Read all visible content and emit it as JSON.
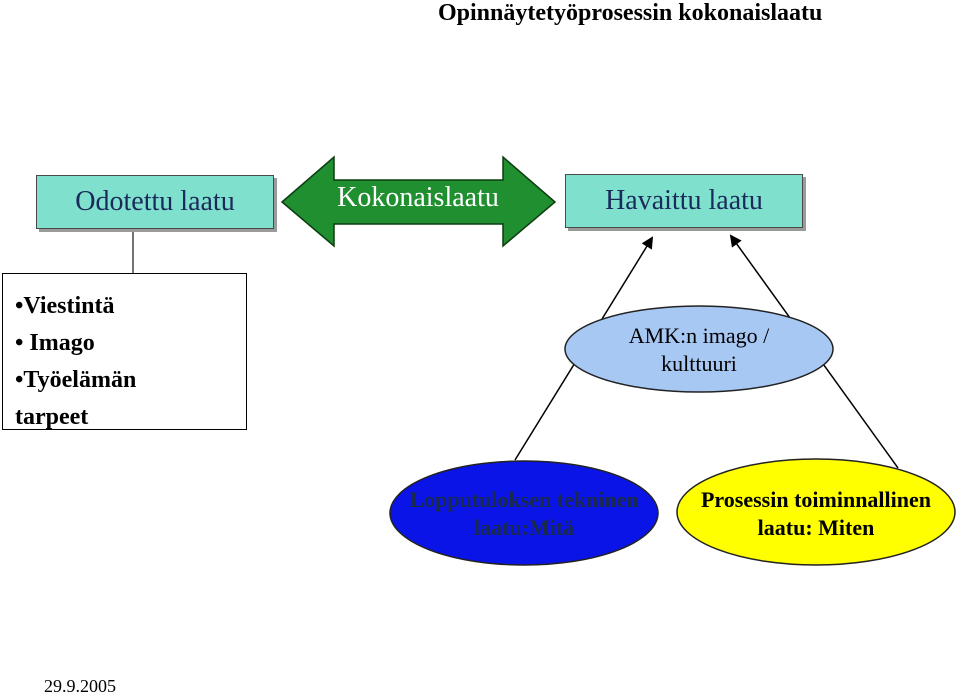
{
  "title": "Opinnäytetyöprosessin kokonaislaatu",
  "boxes": {
    "odotettu": "Odotettu laatu",
    "kokonaislaatu": "Kokonaislaatu",
    "havaittu": "Havaittu laatu"
  },
  "list": [
    "•Viestintä",
    "• Imago",
    "•Työelämän",
    "tarpeet"
  ],
  "ellipses": {
    "amk": [
      "AMK:n imago /",
      "kulttuuri"
    ],
    "lopputulos": [
      "Lopputuloksen tekninen",
      "laatu:Mitä"
    ],
    "prosessi": [
      "Prosessin toiminnallinen",
      "laatu: Miten"
    ]
  },
  "colors": {
    "teal_box": "#7fe0cd",
    "green_arrow": "#1f8f2f",
    "amk_ellipse": "#a8c8f4",
    "lopputulos_ellipse": "#0a14e6",
    "prosessi_ellipse": "#ffff00"
  },
  "date": "29.9.2005"
}
